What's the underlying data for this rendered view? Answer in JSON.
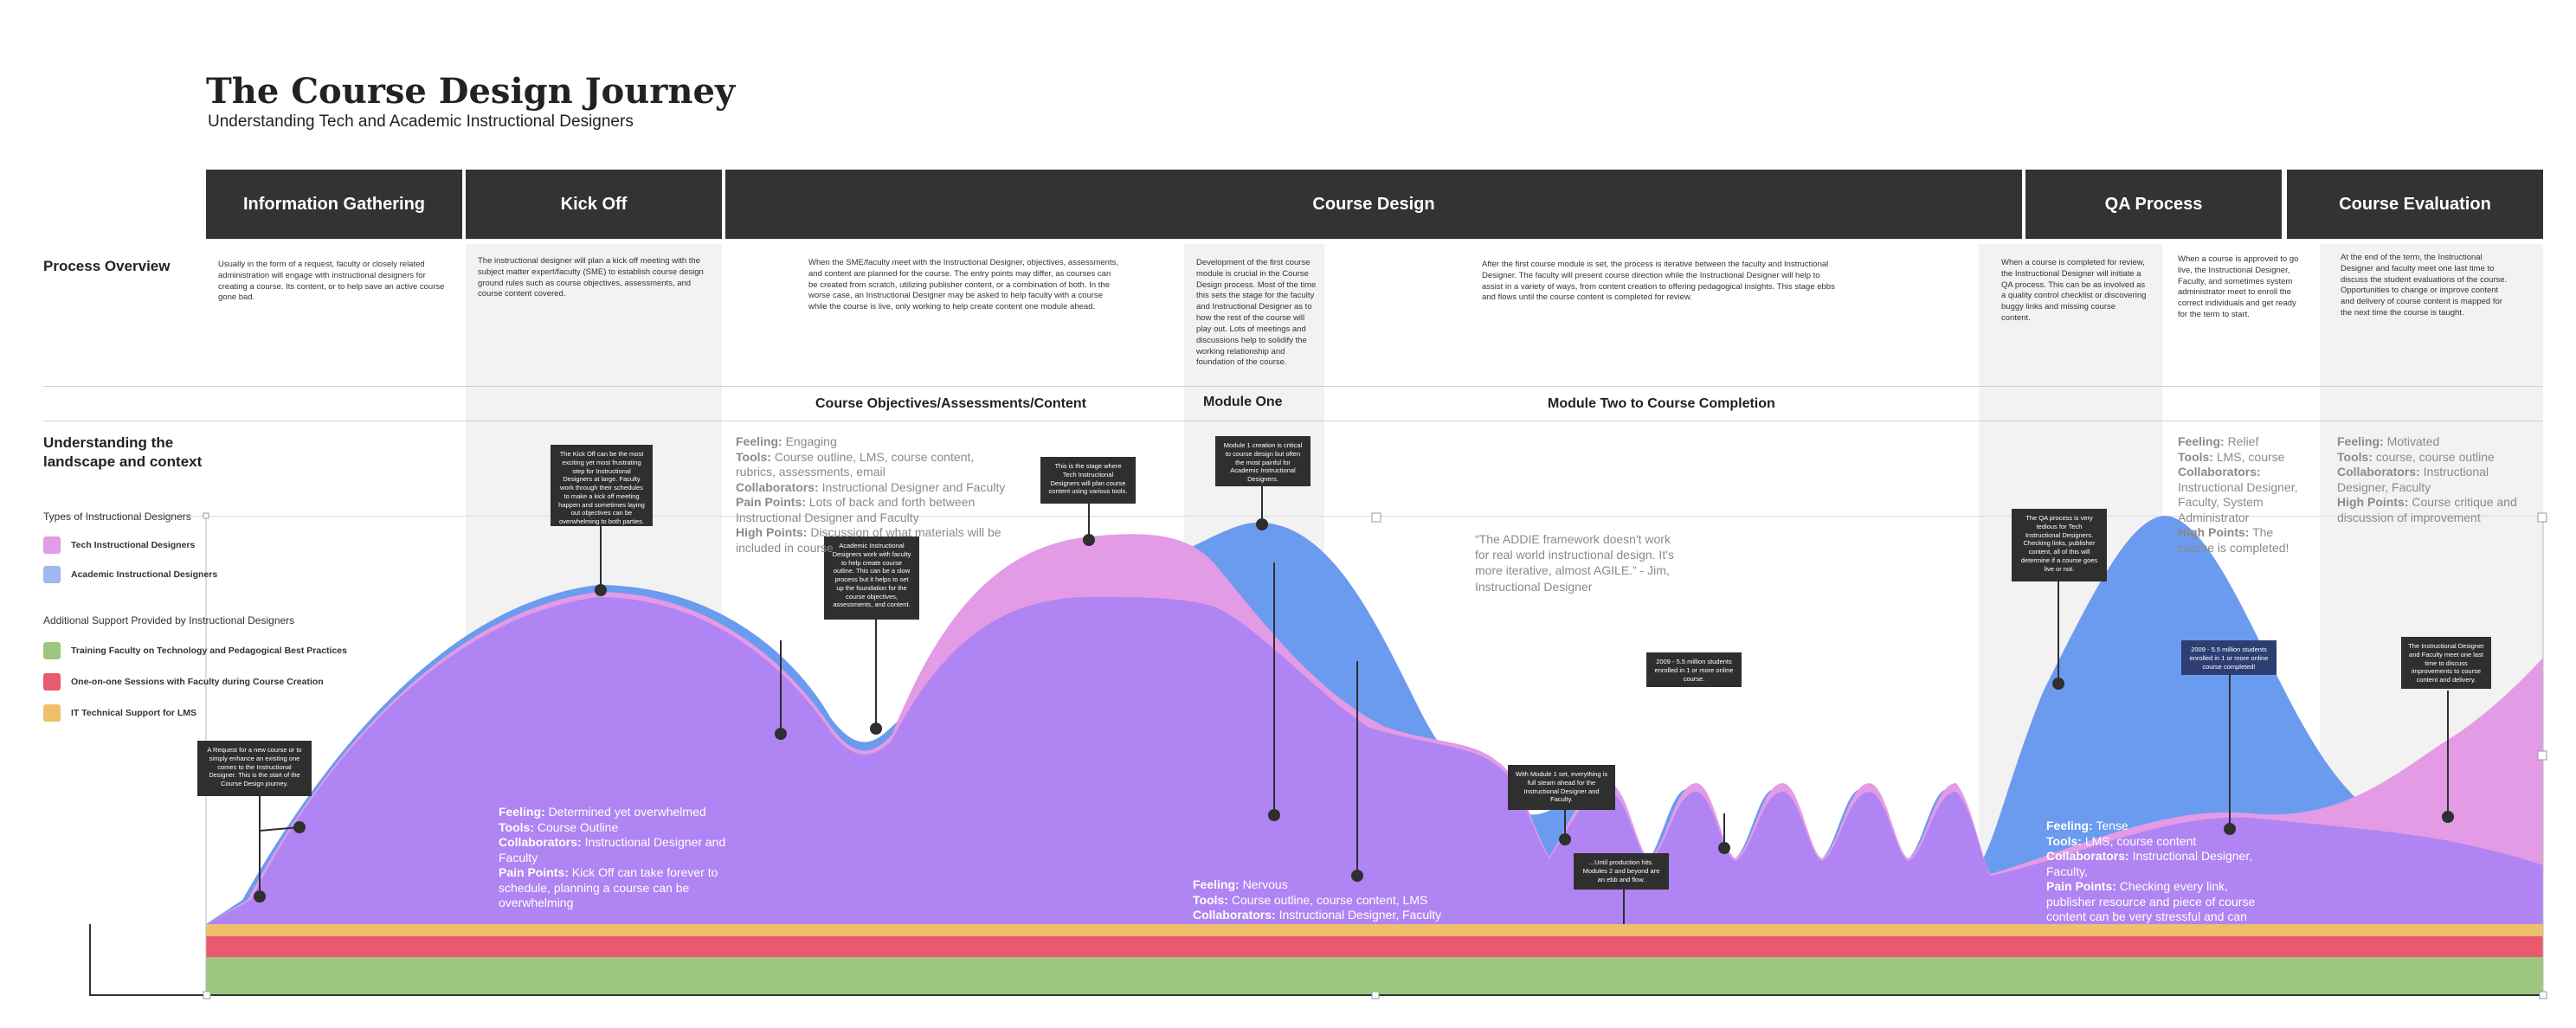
{
  "header": {
    "title": "The Course Design Journey",
    "subtitle": "Understanding Tech and Academic Instructional Designers"
  },
  "phases": [
    {
      "label": "Information Gathering"
    },
    {
      "label": "Kick Off"
    },
    {
      "label": "Course Design"
    },
    {
      "label": "QA Process"
    },
    {
      "label": "Course Evaluation"
    }
  ],
  "row_labels": {
    "process_overview": "Process Overview",
    "understanding_l1": "Understanding the",
    "understanding_l2": "landscape and context"
  },
  "overview": {
    "info_gathering": "Usually in the form of a request, faculty or closely related administration will engage with instructional designers for creating a course. Its content, or to help save an active course gone bad.",
    "kick_off": "The instructional designer will plan a kick off meeting with the subject matter expert/faculty (SME) to establish course design ground rules such as course objectives, assessments, and course content covered.",
    "objectives": "When the SME/faculty meet with the Instructional Designer, objectives, assessments, and content are planned for the course. The entry points may differ, as courses can be created from scratch, utilizing publisher content, or a combination of both. In the worse case, an Instructional Designer may be asked to help faculty with a course while the course is live, only working to help create content one module ahead.",
    "module_one": "Development of the first course module is crucial in the Course Design process. Most of the time this sets the stage for the faculty and Instructional Designer as to how the rest of the course will play out. Lots of meetings and discussions help to solidify the working relationship and foundation of the course.",
    "module_two": "After the first course module is set, the process is iterative between the faculty and Instructional Designer. The faculty will present course direction while the Instructional Designer will help to assist in a variety of ways, from content creation to offering pedagogical insights. This stage ebbs and flows until the course content is completed for review.",
    "qa_1": "When a course is completed for review, the Instructional Designer will initiate a QA process. This can be as involved as a quality control checklist or discovering buggy links and missing course content.",
    "qa_2": "When a course is approved to go live, the Instructional Designer, Faculty, and sometimes system administrator meet to enroll the correct individuals and get ready for the term to start.",
    "evaluation": "At the end of the term, the Instructional Designer and faculty meet one last time to discuss the student evaluations of the course. Opportunities to change or improve content and delivery of course content is mapped for the next time the course is taught."
  },
  "subphases": {
    "objectives": "Course Objectives/Assessments/Content",
    "module_one": "Module One",
    "module_two": "Module Two to Course Completion"
  },
  "legend": {
    "types_title": "Types of Instructional Designers",
    "tech": "Tech Instructional Designers",
    "academic": "Academic Instructional Designers",
    "support_title": "Additional Support Provided by Instructional Designers",
    "training": "Training Faculty on Technology and Pedagogical Best Practices",
    "one_on_one": "One-on-one Sessions with Faculty during Course Creation",
    "it_support": "IT Technical Support for LMS"
  },
  "colors": {
    "tech": "#e39be6",
    "academic": "#6b9bef",
    "overlap": "#b084f2",
    "training": "#9dc67e",
    "one_on_one": "#ea5a6e",
    "it_support": "#efc06c",
    "phase_bg": "#333333"
  },
  "callouts": {
    "request": "A Request for a new course or to simply enhance an existing one comes to the Instructional Designer. This is the start of the Course Design journey.",
    "kickoff": "The Kick Off can be the most exciting yet most frustrating step for Instructional Designers at large. Faculty work through their schedules to make a kick off meeting happen and sometimes laying out objectives can be overwhelming to both parties.",
    "academic_outline": "Academic Instructional Designers work with faculty to help create course outline. This can be a slow process but it helps to set up the foundation for the course objectives, assessments, and content.",
    "tech_stage": "This is the stage where Tech Instructional Designers will plan course content using various tools.",
    "module1_critical": "Module 1 creation is critical to course design but often the most painful for Academic Instructional Designers.",
    "module1_set": "With Module 1 set, everything is full steam ahead for the Instructional Designer and Faculty.",
    "production": "...Until production hits. Modules 2 and beyond are an ebb and flow.",
    "students_2009": "2009 - 5.5 million students enrolled in 1 or more online course.",
    "qa_tech": "The QA process is very tedious for Tech Instructional Designers. Checking links, publisher content, all of this will determine if a course goes live or not.",
    "completed_2009": "2009 - 5.5 million students enrolled in 1 or more online course completed!",
    "evaluation": "The Instructional Designer and Faculty meet one last time to discuss improvements to course content and delivery."
  },
  "feelings": {
    "kickoff": {
      "feeling_label": "Feeling:",
      "feeling": "Determined yet overwhelmed",
      "tools_label": "Tools:",
      "tools": "Course Outline",
      "collab_label": "Collaborators:",
      "collab": "Instructional Designer and Faculty",
      "pain_label": "Pain Points:",
      "pain": "Kick Off can take forever to schedule, planning a course can be overwhelming"
    },
    "objectives": {
      "feeling_label": "Feeling:",
      "feeling": "Engaging",
      "tools_label": "Tools:",
      "tools": "Course outline, LMS, course content, rubrics, assessments, email",
      "collab_label": "Collaborators:",
      "collab": "Instructional Designer and Faculty",
      "pain_label": "Pain Points:",
      "pain": "Lots of back and forth between Instructional Designer and Faculty",
      "high_label": "High Points:",
      "high": "Discussion of what materials will be included in course"
    },
    "module_one": {
      "feeling_label": "Feeling:",
      "feeling": "Nervous",
      "tools_label": "Tools:",
      "tools": "Course outline, course content, LMS",
      "collab_label": "Collaborators:",
      "collab": "Instructional Designer, Faculty"
    },
    "qa_tense": {
      "feeling_label": "Feeling:",
      "feeling": "Tense",
      "tools_label": "Tools:",
      "tools": "LMS, course content",
      "collab_label": "Collaborators:",
      "collab": "Instructional Designer, Faculty,",
      "pain_label": "Pain Points:",
      "pain": "Checking every link, publisher resource and piece of course content can be very stressful and can"
    },
    "qa_relief": {
      "feeling_label": "Feeling:",
      "feeling": "Relief",
      "tools_label": "Tools:",
      "tools": "LMS, course",
      "collab_label": "Collaborators:",
      "collab": "Instructional Designer, Faculty, System Administrator",
      "high_label": "High Points:",
      "high": "The course is completed!"
    },
    "evaluation": {
      "feeling_label": "Feeling:",
      "feeling": "Motivated",
      "tools_label": "Tools:",
      "tools": "course, course outline",
      "collab_label": "Collaborators:",
      "collab": "Instructional Designer, Faculty",
      "high_label": "High Points:",
      "high": "Course critique and discussion of improvement"
    }
  },
  "quote": "“The ADDIE framework doesn't work for real world instructional design. It's more iterative, almost AGILE.” - Jim, Instructional Designer"
}
